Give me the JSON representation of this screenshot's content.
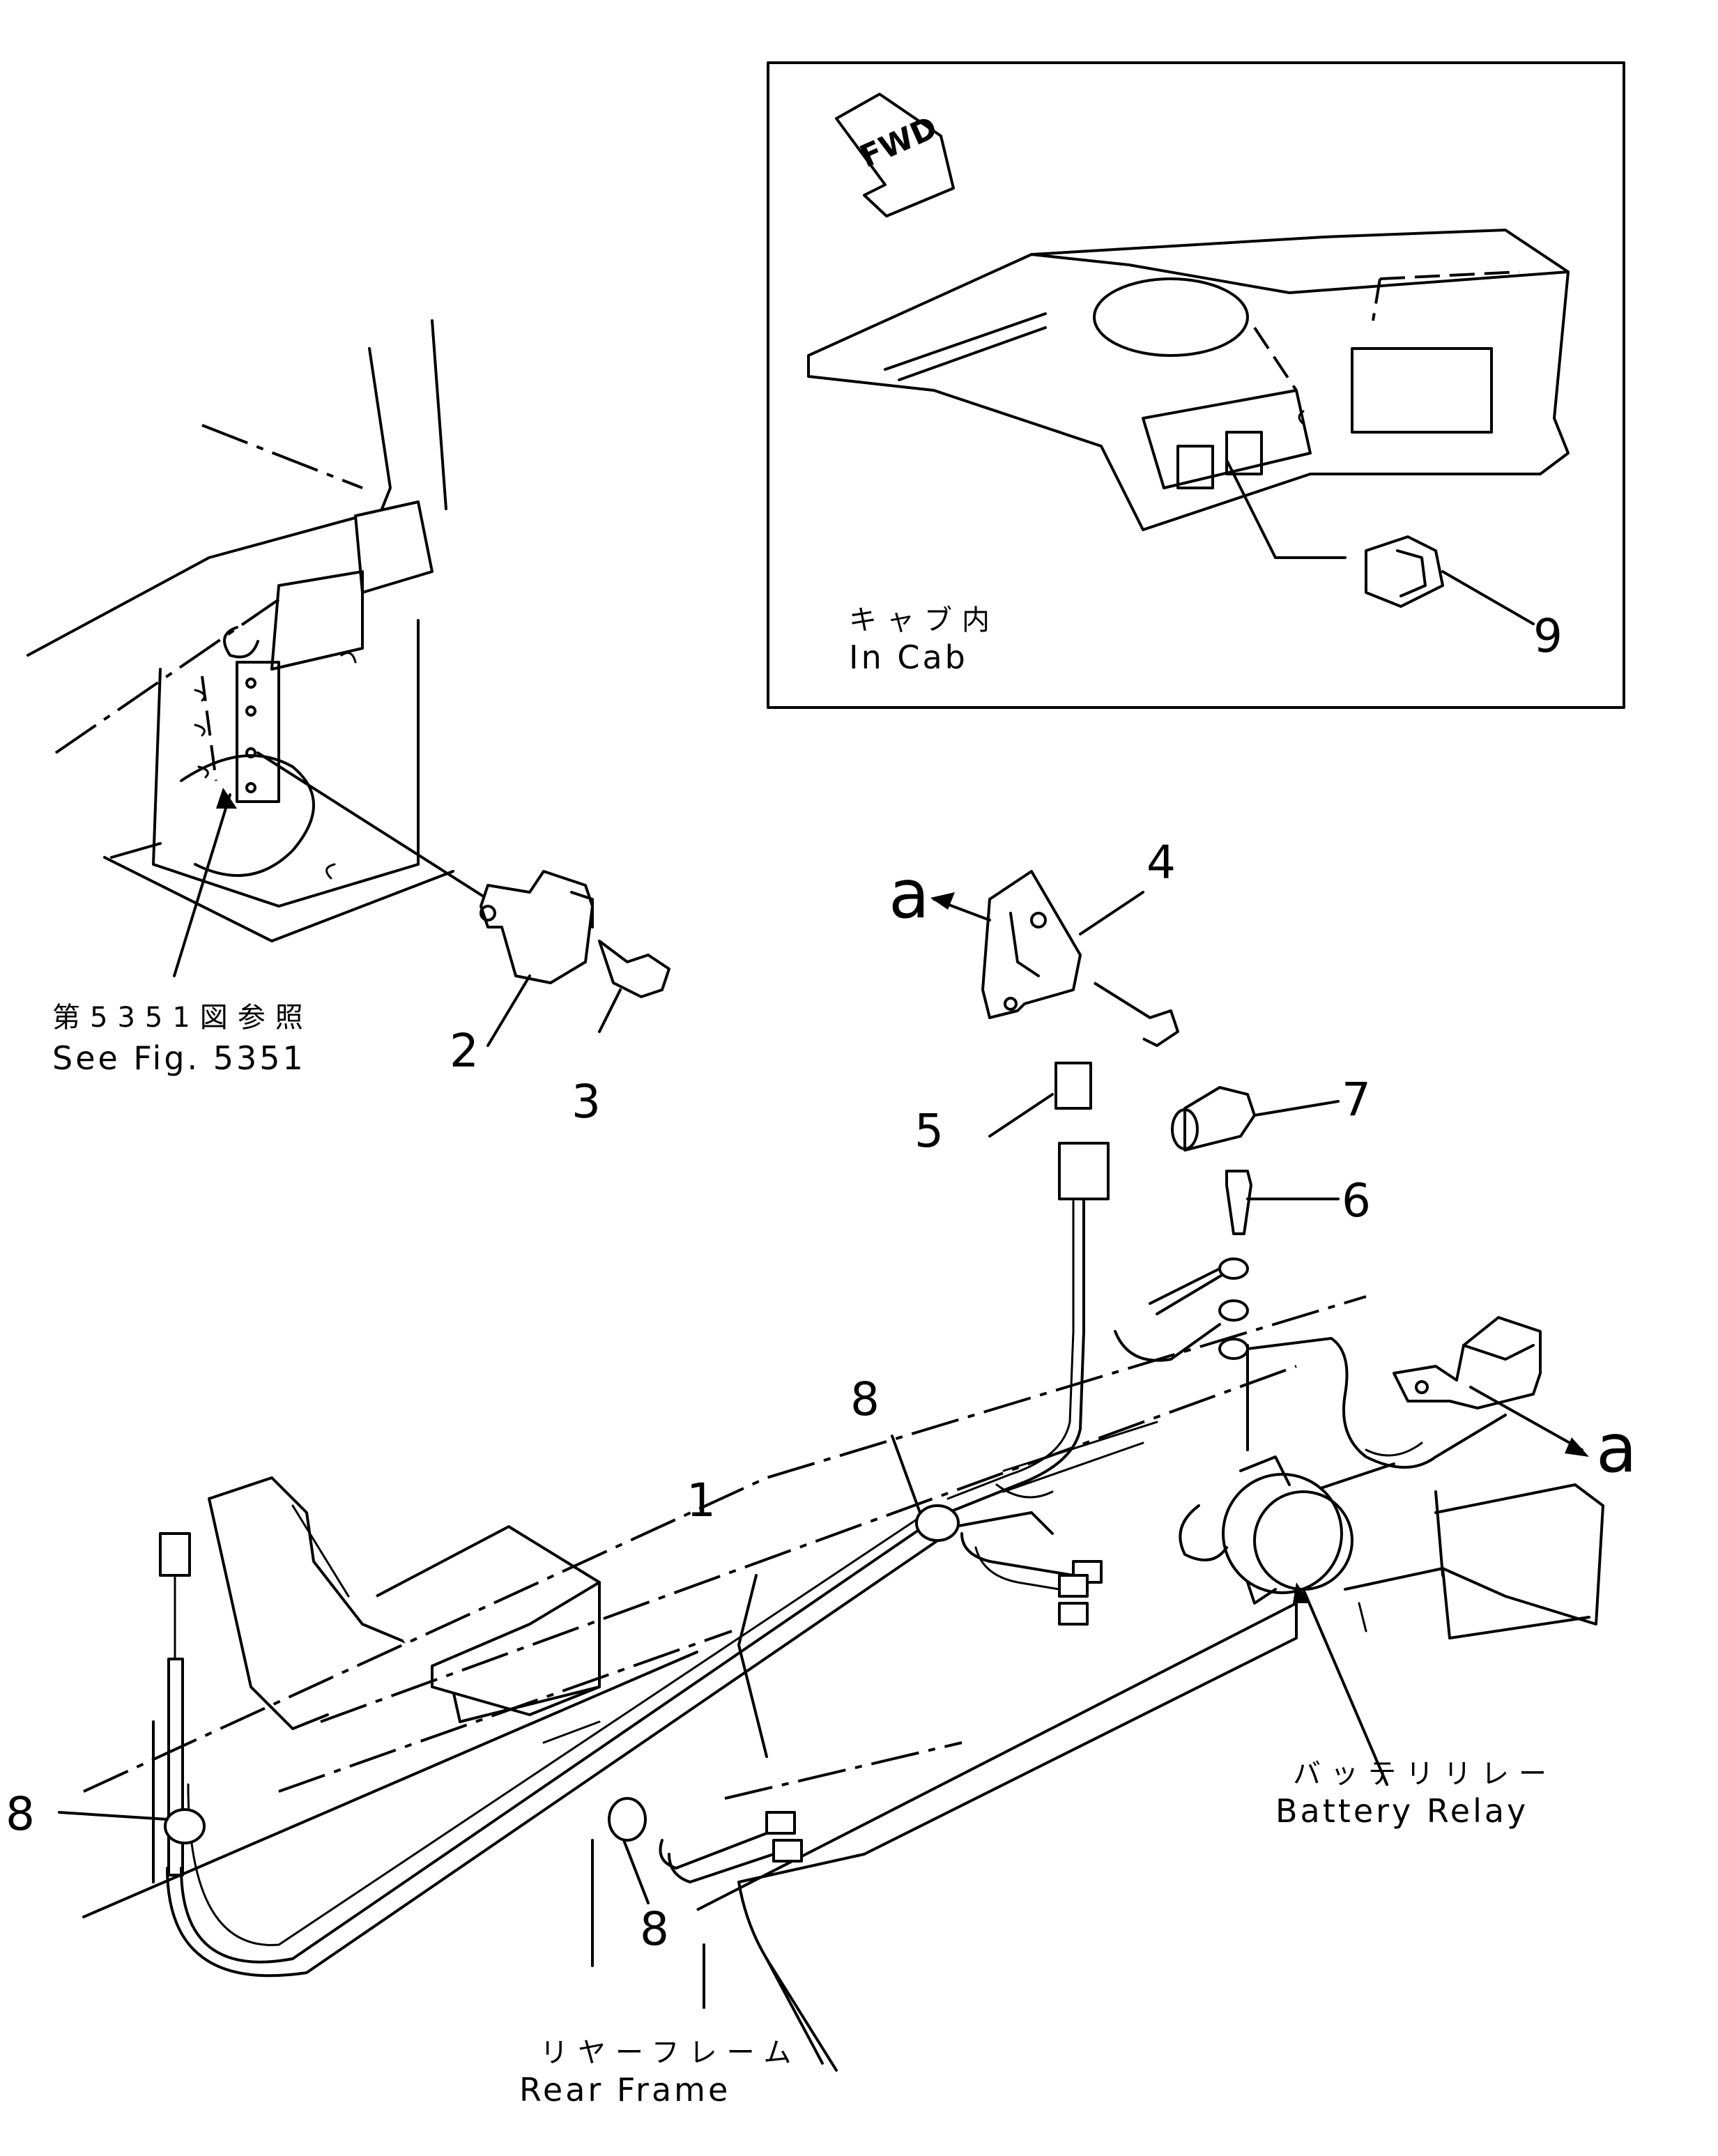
{
  "inset": {
    "fwd_label": "FWD",
    "caption_jp": "キャブ内",
    "caption_en": "In Cab",
    "callout": "9"
  },
  "reference": {
    "caption_jp": "第5351図参照",
    "caption_en": "See Fig. 5351"
  },
  "callouts": {
    "harness": "1",
    "relay_switch": "2",
    "bolt_relay": "3",
    "bracket": "4",
    "cap": "5",
    "bolt": "6",
    "terminal_cover": "7",
    "clamp_center": "8",
    "clamp_left": "8",
    "clamp_bottom": "8"
  },
  "view_markers": {
    "a_top": "a",
    "a_right": "a"
  },
  "labels": {
    "battery_relay_jp": "バッテリリレー",
    "battery_relay_en": "Battery Relay",
    "rear_frame_jp": "リヤーフレーム",
    "rear_frame_en": "Rear Frame"
  }
}
